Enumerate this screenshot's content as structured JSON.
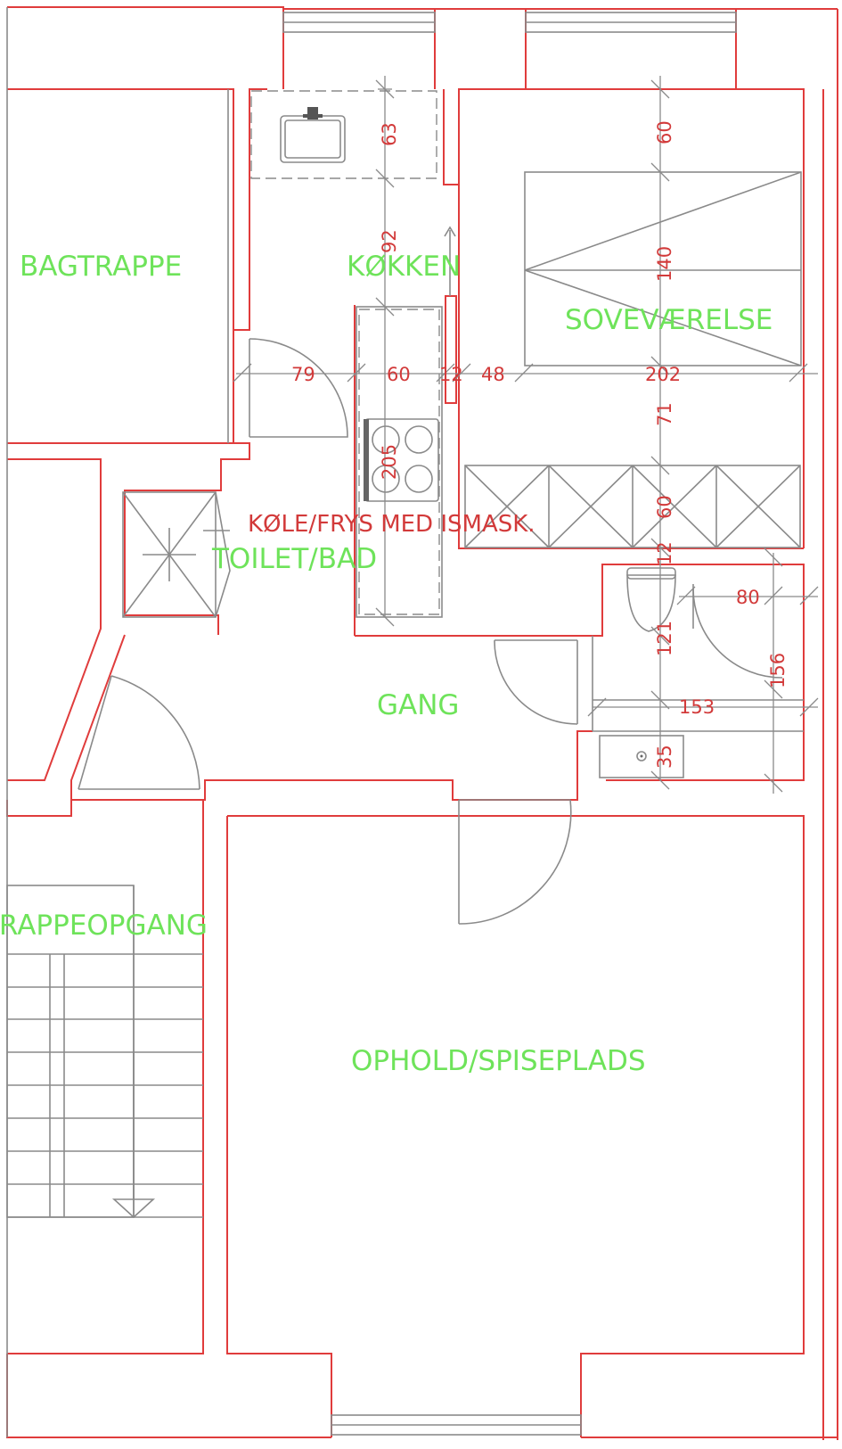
{
  "rooms": {
    "bagtrappe": "BAGTRAPPE",
    "kokken": "KØKKEN",
    "sovevaerelse": "SOVEVÆRELSE",
    "toilet_bad": "TOILET/BAD",
    "gang": "GANG",
    "trappeopgang": "TRAPPEOPGANG",
    "ophold": "OPHOLD/SPISEPLADS"
  },
  "notes": {
    "fridge": "KØLE/FRYS MED ISMASK."
  },
  "dimensions": {
    "d63": "63",
    "d60_top": "60",
    "d92": "92",
    "d140": "140",
    "d79": "79",
    "d60_mid": "60",
    "d12_mid": "12",
    "d48": "48",
    "d202": "202",
    "d71": "71",
    "d205": "205",
    "d60_low": "60",
    "d12_low": "12",
    "d80": "80",
    "d121": "121",
    "d156": "156",
    "d153": "153",
    "d35": "35"
  },
  "colors": {
    "walls": "#e03c3c",
    "room_labels": "#6ee35a",
    "dimension_text": "#d23a3a",
    "fixtures": "#8a8a8a"
  }
}
